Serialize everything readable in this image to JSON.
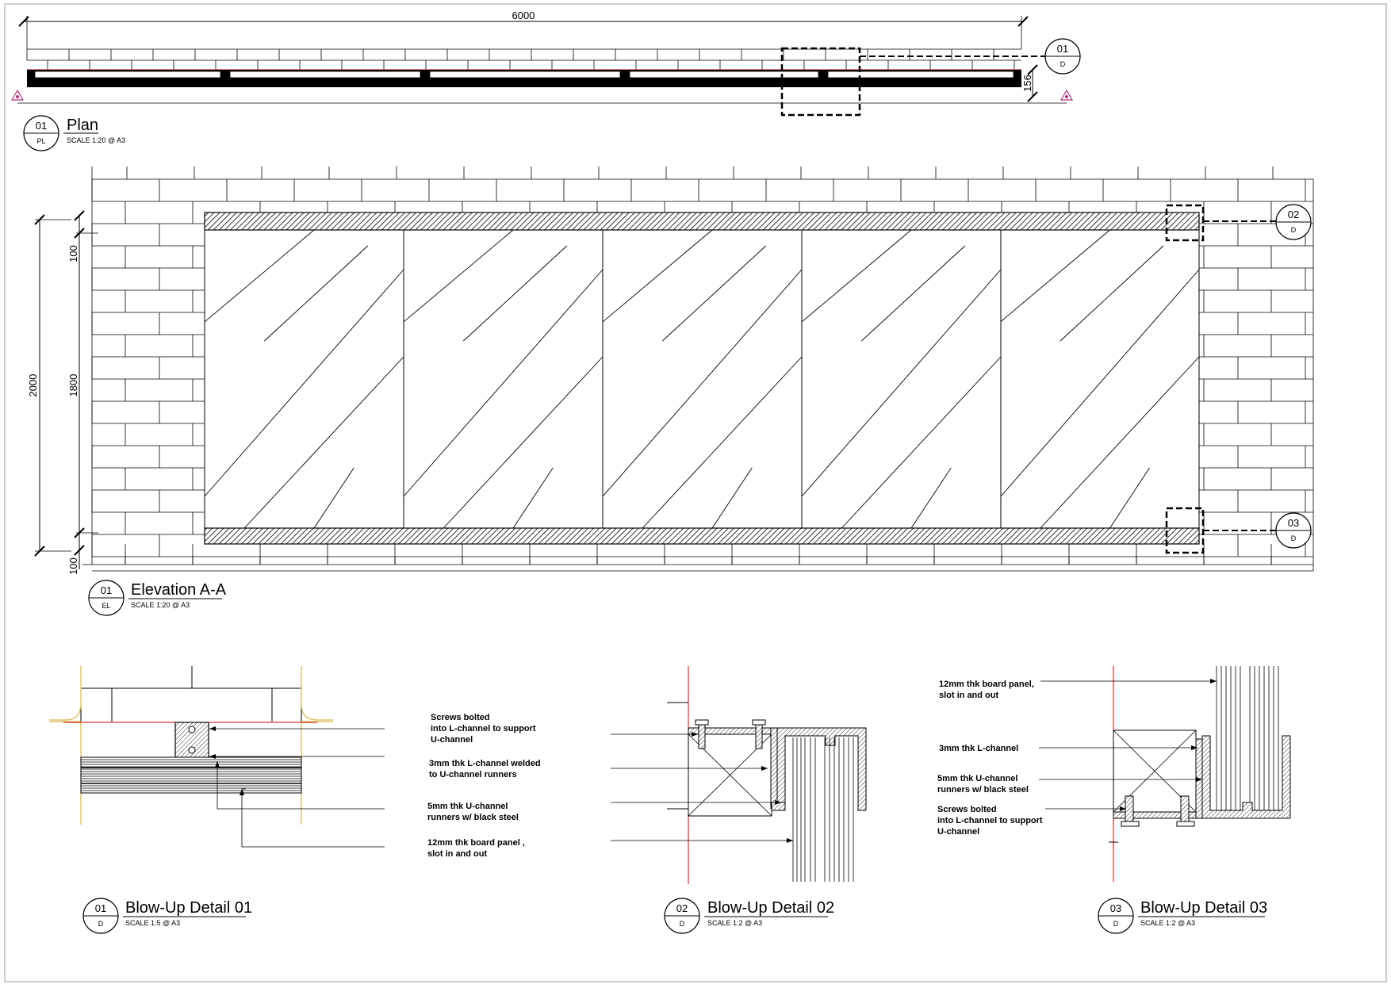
{
  "plan": {
    "dim_length": "6000",
    "dim_depth": "156",
    "title_ref": "01",
    "title_code": "PL",
    "title": "Plan",
    "scale": "SCALE 1:20 @ A3",
    "callout_num": "01",
    "callout_sheet": "D"
  },
  "elevation": {
    "dim_total": "2000",
    "dim_panel": "1800",
    "dim_top": "100",
    "dim_bottom": "100",
    "title_ref": "01",
    "title_code": "EL",
    "title": "Elevation A-A",
    "scale": "SCALE 1:20 @ A3",
    "callout_top_num": "02",
    "callout_top_sheet": "D",
    "callout_bottom_num": "03",
    "callout_bottom_sheet": "D"
  },
  "detail01": {
    "ref": "01",
    "code": "D",
    "title": "Blow-Up Detail 01",
    "scale": "SCALE 1:5 @ A3",
    "notes": [
      [
        "Screws bolted",
        "into L-channel to support",
        "U-channel"
      ],
      [
        "3mm thk L-channel welded",
        "to U-channel runners"
      ],
      [
        "5mm thk U-channel",
        "runners w/ black steel"
      ],
      [
        "12mm thk board panel ,",
        "slot in and out"
      ]
    ]
  },
  "detail02": {
    "ref": "02",
    "code": "D",
    "title": "Blow-Up Detail 02",
    "scale": "SCALE 1:2 @ A3"
  },
  "detail03": {
    "ref": "03",
    "code": "D",
    "title": "Blow-Up  Detail 03",
    "scale": "SCALE 1:2 @ A3",
    "notes": [
      [
        "12mm thk board panel,",
        "slot in and out"
      ],
      [
        "3mm thk L-channel"
      ],
      [
        "5mm thk U-channel",
        "runners w/ black steel"
      ],
      [
        "Screws bolted",
        "into L-channel to support",
        "U-channel"
      ]
    ]
  },
  "colors": {
    "line": "#000000",
    "red_line": "#d40000",
    "yellow_line": "#d9b74a",
    "marker": "#b0307a"
  }
}
